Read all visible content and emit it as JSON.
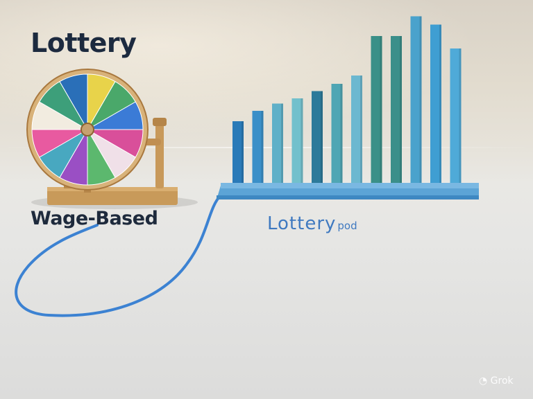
{
  "labels": {
    "title": "Lottery",
    "wage_label": "Wage-Based",
    "pod_label_main": "Lottery",
    "pod_label_suffix": "pod"
  },
  "watermark": "Grok",
  "colors": {
    "title_text": "#1c2a3f",
    "pod_text": "#3f79c0",
    "cable": "#3c82d2",
    "wood": "#c89a5a",
    "wheel_segments": [
      "#e8d34a",
      "#4aa86a",
      "#3b7bd6",
      "#d94f9a",
      "#f0e0e8",
      "#5cb86e",
      "#9a4fc4",
      "#48a8c0",
      "#e85aa0",
      "#f2ece0",
      "#3d9f7a",
      "#2a6fb8"
    ]
  },
  "chart_data": {
    "type": "bar",
    "values": [
      62,
      72,
      79,
      84,
      91,
      98,
      106,
      144,
      144,
      163,
      155,
      132
    ],
    "bar_colors": [
      "#2a7ab8",
      "#3a8fc8",
      "#5fb0c8",
      "#72c0cc",
      "#2d7a9a",
      "#4fa6b4",
      "#6cb8d0",
      "#3a9088",
      "#3b8f8a",
      "#4aa2cc",
      "#3f9ed2",
      "#4faad8"
    ]
  }
}
